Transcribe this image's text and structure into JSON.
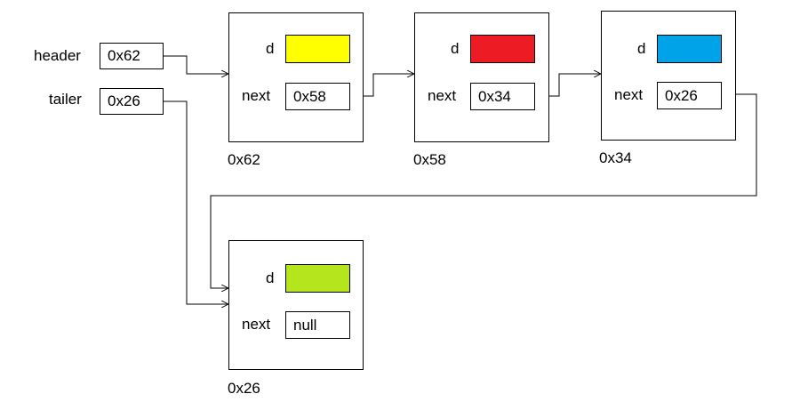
{
  "vars": {
    "header": {
      "label": "header",
      "value": "0x62"
    },
    "tailer": {
      "label": "tailer",
      "value": "0x26"
    }
  },
  "field_labels": {
    "data": "d",
    "next": "next"
  },
  "nodes": [
    {
      "address": "0x62",
      "data_color": "#ffff00",
      "next_value": "0x58"
    },
    {
      "address": "0x58",
      "data_color": "#ed1c24",
      "next_value": "0x34"
    },
    {
      "address": "0x34",
      "data_color": "#00a2e8",
      "next_value": "0x26"
    },
    {
      "address": "0x26",
      "data_color": "#b5e61d",
      "next_value": "null"
    }
  ]
}
